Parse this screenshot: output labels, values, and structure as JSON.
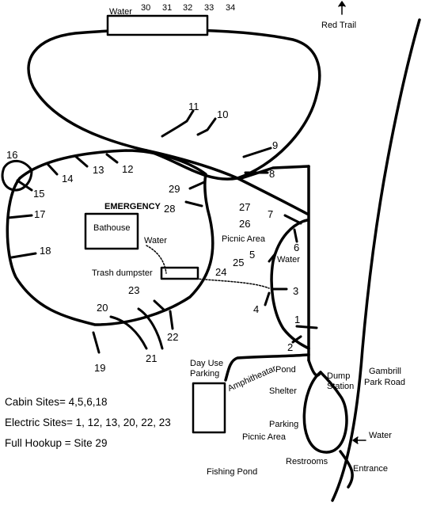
{
  "features": {
    "water_top": "Water",
    "water_bathhouse": "Water",
    "water_picnic": "Water",
    "water_entrance": "Water",
    "red_trail": "Red Trail",
    "emergency": "EMERGENCY",
    "bathouse": "Bathouse",
    "trash_dumpster": "Trash dumpster",
    "picnic_area_top": "Picnic Area",
    "day_use_parking_1": "Day Use",
    "day_use_parking_2": "Parking",
    "pond": "Pond",
    "amphitheatar": "Amphitheatar",
    "shelter": "Shelter",
    "dump_station_1": "Dump",
    "dump_station_2": "Station",
    "gambrill_1": "Gambrill",
    "gambrill_2": "Park Road",
    "parking": "Parking",
    "picnic_area_bottom": "Picnic Area",
    "restrooms": "Restrooms",
    "entrance": "Entrance",
    "fishing_pond": "Fishing Pond"
  },
  "sites": {
    "s30": "30",
    "s31": "31",
    "s32": "32",
    "s33": "33",
    "s34": "34",
    "s1": "1",
    "s2": "2",
    "s3": "3",
    "s4": "4",
    "s5": "5",
    "s6": "6",
    "s7": "7",
    "s8": "8",
    "s9": "9",
    "s10": "10",
    "s11": "11",
    "s12": "12",
    "s13": "13",
    "s14": "14",
    "s15": "15",
    "s16": "16",
    "s17": "17",
    "s18": "18",
    "s19": "19",
    "s20": "20",
    "s21": "21",
    "s22": "22",
    "s23": "23",
    "s24": "24",
    "s25": "25",
    "s26": "26",
    "s27": "27",
    "s28": "28",
    "s29": "29"
  },
  "legend": {
    "cabin": "Cabin Sites= 4,5,6,18",
    "electric": "Electric Sites= 1, 12, 13, 20, 22, 23",
    "full_hookup": "Full Hookup = Site 29"
  },
  "icons": {
    "north_arrow": "up-arrow-icon",
    "entrance_arrow": "left-arrow-icon"
  }
}
